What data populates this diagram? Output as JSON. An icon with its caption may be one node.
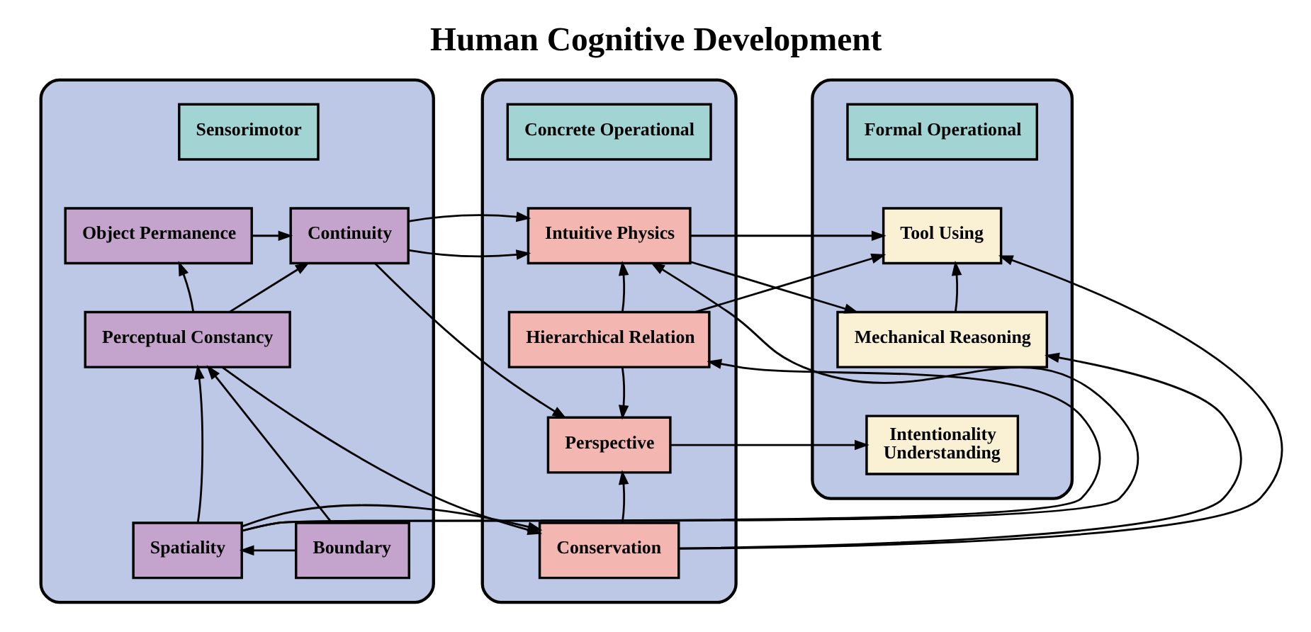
{
  "diagram": {
    "title": "Human Cognitive Development",
    "nodes": [
      {
        "text": [],
        "shape": "box"
      },
      {
        "text": [
          "Sensorimotor"
        ],
        "in": 0
      },
      {
        "text": [
          "Object Permanence"
        ],
        "in": 0
      },
      {
        "text": [
          "Continuity"
        ],
        "in": 0
      },
      {
        "text": [
          "Perceptual Constancy"
        ],
        "in": 0
      },
      {
        "text": [
          "Boundary"
        ],
        "in": 0
      },
      {
        "text": [
          "Spatiality"
        ],
        "in": 0
      },
      {
        "text": [],
        "shape": "box"
      },
      {
        "text": [
          "Concrete Operational"
        ],
        "in": 7
      },
      {
        "text": [
          "Intuitive Physics"
        ],
        "in": 7
      },
      {
        "text": [
          "Hierarchical Relation"
        ],
        "in": 7
      },
      {
        "text": [
          "Perspective"
        ],
        "in": 7
      },
      {
        "text": [
          "Conservation"
        ],
        "in": 7
      },
      {
        "text": [],
        "shape": "box"
      },
      {
        "text": [
          "Formal Operational"
        ],
        "in": 13
      },
      {
        "text": [
          "Tool Using"
        ],
        "in": 13
      },
      {
        "text": [
          "Mechanical Reasoning"
        ],
        "in": 13
      },
      {
        "text": [
          "Intentionality Understanding"
        ],
        "in": 13
      }
    ],
    "edges": [
      {
        "from": 2,
        "to": 3,
        "arrow": "to"
      },
      {
        "from": 4,
        "to": 2,
        "arrow": "to"
      },
      {
        "from": 4,
        "to": 3,
        "arrow": "to"
      },
      {
        "from": 5,
        "to": 4,
        "arrow": "to"
      },
      {
        "from": 6,
        "to": 4,
        "arrow": "to"
      },
      {
        "from": 5,
        "to": 6,
        "arrow": "to"
      },
      {
        "from": 3,
        "to": 9,
        "arrow": "to"
      },
      {
        "from": 3,
        "to": 11,
        "arrow": "to"
      },
      {
        "from": 4,
        "to": 12,
        "arrow": "to"
      },
      {
        "from": 6,
        "to": 9,
        "arrow": "to"
      },
      {
        "from": 6,
        "to": 10,
        "arrow": "to"
      },
      {
        "from": 6,
        "to": 12,
        "arrow": "to"
      },
      {
        "from": 10,
        "to": 9,
        "arrow": "to"
      },
      {
        "from": 10,
        "to": 11,
        "arrow": "to"
      },
      {
        "from": 12,
        "to": 11,
        "arrow": "to"
      },
      {
        "from": 9,
        "to": 15,
        "arrow": "to"
      },
      {
        "from": 9,
        "to": 16,
        "arrow": "to"
      },
      {
        "from": 10,
        "to": 15,
        "arrow": "to"
      },
      {
        "from": 12,
        "to": 15,
        "arrow": "to"
      },
      {
        "from": 12,
        "to": 16,
        "arrow": "to"
      },
      {
        "from": 11,
        "to": 17,
        "arrow": "to"
      },
      {
        "from": 16,
        "to": 15,
        "arrow": "to"
      }
    ]
  }
}
